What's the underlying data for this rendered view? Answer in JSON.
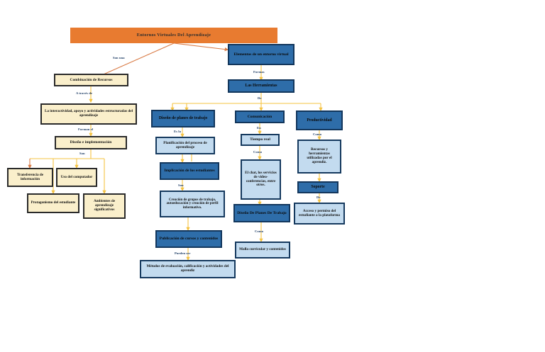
{
  "diagram": {
    "title": "Entornos Virtuales Del Aprendizaje",
    "colors": {
      "root": "#E87B30",
      "primary_blue": "#2E6DA9",
      "light_blue": "#C3DBEF",
      "cream": "#FAEFCB",
      "connector_yellow": "#F5C342",
      "connector_orange": "#D97B46",
      "label_text": "#1B3A63",
      "background": "#FFFFFF"
    },
    "nodes": {
      "root": "Entornos Virtuales Del Aprendizaje",
      "elementos": "Elementos de un entorno virtual",
      "herramientas": "Las Herramientas",
      "combinacion": "Combinación de Recursos",
      "interactividad": "La interactividad, apoyo y actividades estructuradas del aprendizaje",
      "diseno_impl": "Diseño e implementación",
      "transferencia": "Transferencia de información",
      "uso_computador": "Uso del computador",
      "protagonismo": "Protagonismo del estudiante",
      "ambientes": "Ambientes de aprendizaje significativos",
      "diseno_planes": "Diseño de planes de trabajo",
      "planificacion": "Planificación del proceso de aprendizaje",
      "implicacion": "Implicación de los estudiantes",
      "creacion_grupos": "Creación de grupos de trabajo, autoeducación y creación de perfil informativo.",
      "publicacion": "Publicación de cursos y contenidos",
      "metodos": "Métodos de evaluación, calificación y actividades del aprendiz",
      "comunicacion": "Comunicación",
      "tiempo_real": "Tiempo real",
      "chat": "El chat, los servicios de video-conferencias, entre otros.",
      "diseno_planes2": "Diseño De Planes De Trabajo",
      "malla": "Malla curricular y contenidos",
      "productividad": "Productividad",
      "recursos": "Recursos y herramientas utilizadas por el aprendiz.",
      "soporte": "Soporte",
      "acceso": "Acceso y permiso del estudiante a la plataforma"
    },
    "link_labels": {
      "son_una": "Son una",
      "formas": "Formas",
      "de": "De",
      "a_traves_de": "A través de",
      "forman_el": "Forman el",
      "son_left": "Son",
      "es_la": "Es la",
      "son_center": "Son",
      "pueden_ser": "Pueden ser",
      "en": "En",
      "como_comunicacion": "Como",
      "como_planes": "Como",
      "como_productividad": "Como",
      "de_soporte": "De"
    }
  }
}
